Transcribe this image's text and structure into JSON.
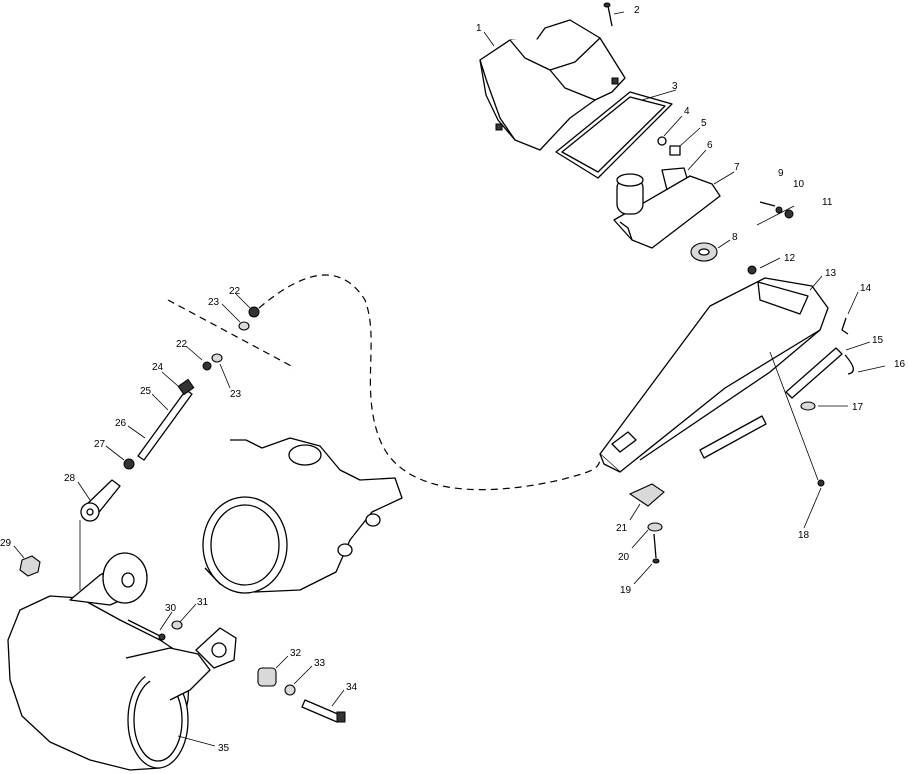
{
  "callouts": [
    {
      "id": "c1",
      "label": "1"
    },
    {
      "id": "c2",
      "label": "2"
    },
    {
      "id": "c3",
      "label": "3"
    },
    {
      "id": "c4",
      "label": "4"
    },
    {
      "id": "c5",
      "label": "5"
    },
    {
      "id": "c6",
      "label": "6"
    },
    {
      "id": "c7",
      "label": "7"
    },
    {
      "id": "c8",
      "label": "8"
    },
    {
      "id": "c9",
      "label": "9"
    },
    {
      "id": "c10",
      "label": "10"
    },
    {
      "id": "c11",
      "label": "11"
    },
    {
      "id": "c12",
      "label": "12"
    },
    {
      "id": "c13",
      "label": "13"
    },
    {
      "id": "c14",
      "label": "14"
    },
    {
      "id": "c15",
      "label": "15"
    },
    {
      "id": "c16",
      "label": "16"
    },
    {
      "id": "c17",
      "label": "17"
    },
    {
      "id": "c18",
      "label": "18"
    },
    {
      "id": "c19",
      "label": "19"
    },
    {
      "id": "c20",
      "label": "20"
    },
    {
      "id": "c21",
      "label": "21"
    },
    {
      "id": "c22a",
      "label": "22"
    },
    {
      "id": "c22b",
      "label": "22"
    },
    {
      "id": "c23a",
      "label": "23"
    },
    {
      "id": "c23b",
      "label": "23"
    },
    {
      "id": "c24",
      "label": "24"
    },
    {
      "id": "c25",
      "label": "25"
    },
    {
      "id": "c26",
      "label": "26"
    },
    {
      "id": "c27",
      "label": "27"
    },
    {
      "id": "c28",
      "label": "28"
    },
    {
      "id": "c29",
      "label": "29"
    },
    {
      "id": "c30",
      "label": "30"
    },
    {
      "id": "c31",
      "label": "31"
    },
    {
      "id": "c32",
      "label": "32"
    },
    {
      "id": "c33",
      "label": "33"
    },
    {
      "id": "c34",
      "label": "34"
    },
    {
      "id": "c35",
      "label": "35"
    }
  ]
}
